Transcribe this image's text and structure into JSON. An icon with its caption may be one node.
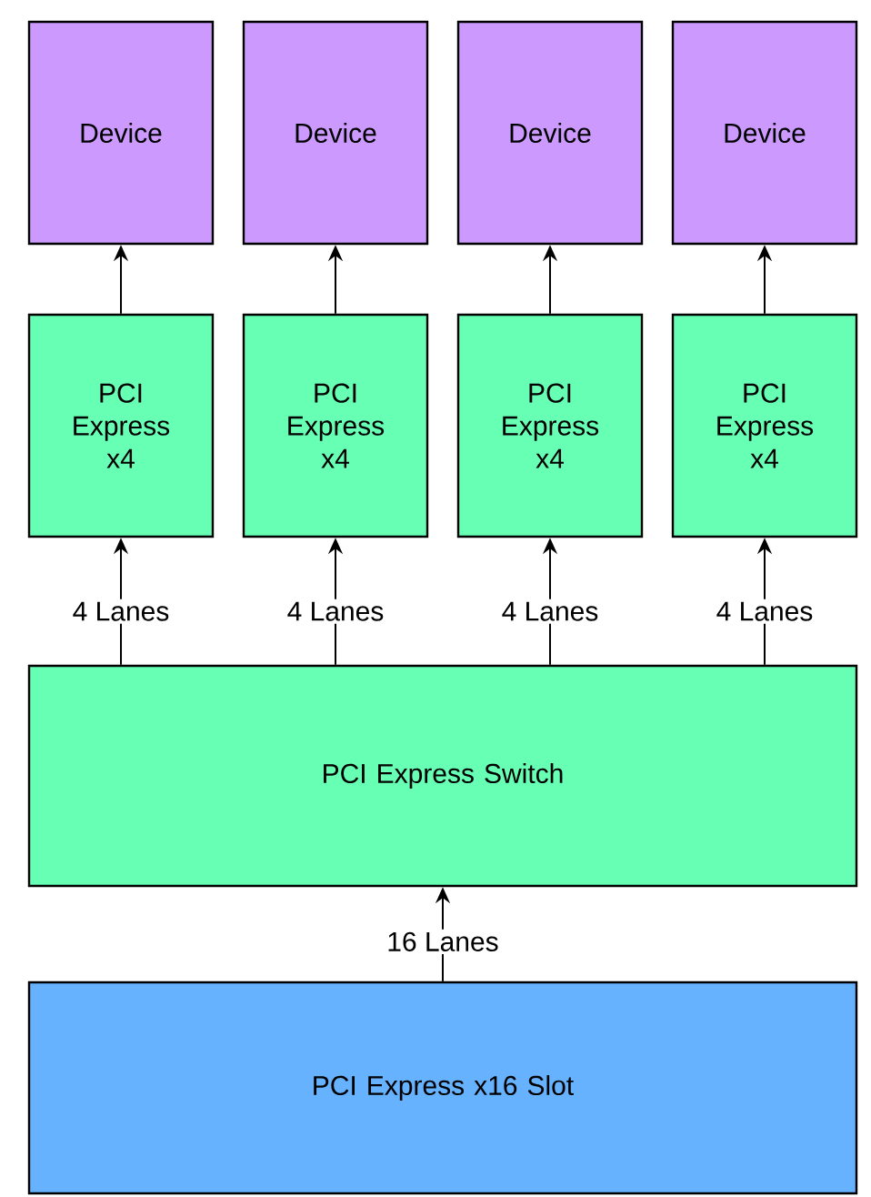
{
  "diagram": {
    "nodes": [
      {
        "text": [
          "Device"
        ]
      },
      {
        "text": [
          "Device"
        ]
      },
      {
        "text": [
          "Device"
        ]
      },
      {
        "text": [
          "Device"
        ]
      },
      {
        "text": [
          "PCI Express x4"
        ]
      },
      {
        "text": [
          "PCI Express x4"
        ]
      },
      {
        "text": [
          "PCI Express x4"
        ]
      },
      {
        "text": [
          "PCI Express x4"
        ]
      },
      {
        "text": [
          "PCI Express Switch"
        ]
      },
      {
        "text": [
          "PCI Express x16 Slot"
        ]
      }
    ],
    "edges": [
      {
        "from": 4,
        "to": 0,
        "arrow": "to"
      },
      {
        "from": 5,
        "to": 1,
        "arrow": "to"
      },
      {
        "from": 6,
        "to": 2,
        "arrow": "to"
      },
      {
        "from": 7,
        "to": 3,
        "arrow": "to"
      },
      {
        "from": 8,
        "to": 4,
        "arrow": "to",
        "label": "4 Lanes"
      },
      {
        "from": 8,
        "to": 5,
        "arrow": "to",
        "label": "4 Lanes"
      },
      {
        "from": 8,
        "to": 6,
        "arrow": "to",
        "label": "4 Lanes"
      },
      {
        "from": 8,
        "to": 7,
        "arrow": "to",
        "label": "4 Lanes"
      },
      {
        "from": 9,
        "to": 8,
        "arrow": "to",
        "label": "16 Lanes"
      }
    ]
  }
}
